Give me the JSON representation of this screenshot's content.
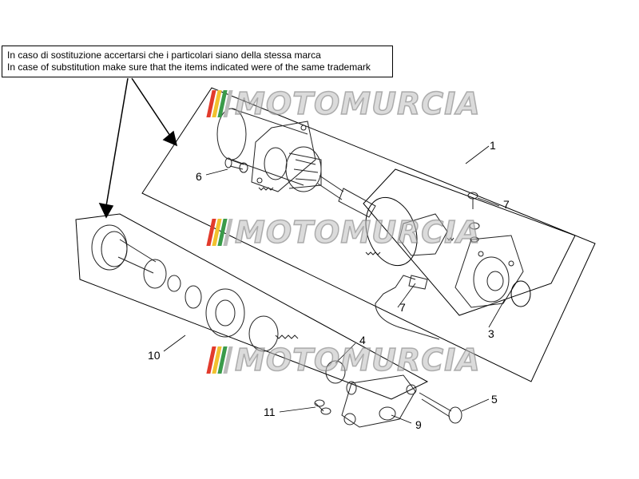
{
  "note": {
    "line_it": "In caso di sostituzione accertarsi che i particolari siano della stessa marca",
    "line_en": "In case of substitution make sure that the items indicated were of the same trademark"
  },
  "watermark": {
    "text": "MOTOMURCIA",
    "colors": [
      "#e23b2c",
      "#f2c12e",
      "#3a9b4a",
      "#bbbbbb"
    ]
  },
  "callouts": [
    "1",
    "3",
    "4",
    "5",
    "6",
    "7",
    "7",
    "9",
    "10",
    "11"
  ]
}
